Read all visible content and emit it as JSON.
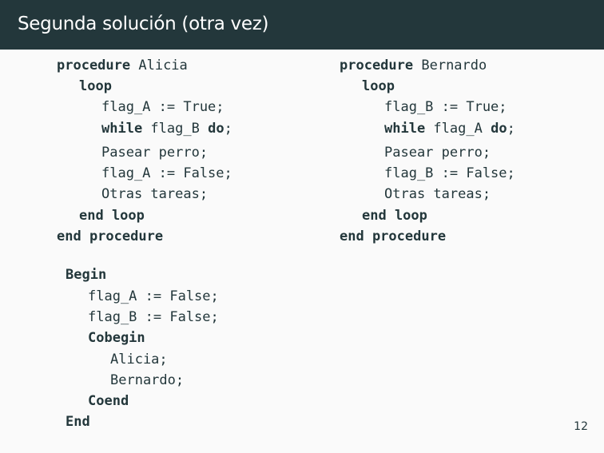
{
  "slide": {
    "title": "Segunda solución (otra vez)",
    "page_number": "12"
  },
  "alicia": {
    "kw_procedure": "procedure",
    "name": " Alicia",
    "kw_loop": "loop",
    "line_set_true": "flag_A := True;",
    "kw_while": "while",
    "while_cond": " flag_B ",
    "kw_do": "do",
    "semicolon": ";",
    "line_walk": "Pasear perro;",
    "line_set_false": "flag_A := False;",
    "line_other": "Otras tareas;",
    "kw_end_loop": "end loop",
    "kw_end_procedure": "end procedure"
  },
  "bernardo": {
    "kw_procedure": "procedure",
    "name": " Bernardo",
    "kw_loop": "loop",
    "line_set_true": "flag_B := True;",
    "kw_while": "while",
    "while_cond": " flag_A ",
    "kw_do": "do",
    "semicolon": ";",
    "line_walk": "Pasear perro;",
    "line_set_false": "flag_B := False;",
    "line_other": "Otras tareas;",
    "kw_end_loop": "end loop",
    "kw_end_procedure": "end procedure"
  },
  "main": {
    "kw_begin": "Begin",
    "line_init_a": "flag_A := False;",
    "line_init_b": "flag_B := False;",
    "kw_cobegin": "Cobegin",
    "line_alicia": "Alicia;",
    "line_bernardo": "Bernardo;",
    "kw_coend": "Coend",
    "kw_end": "End"
  }
}
